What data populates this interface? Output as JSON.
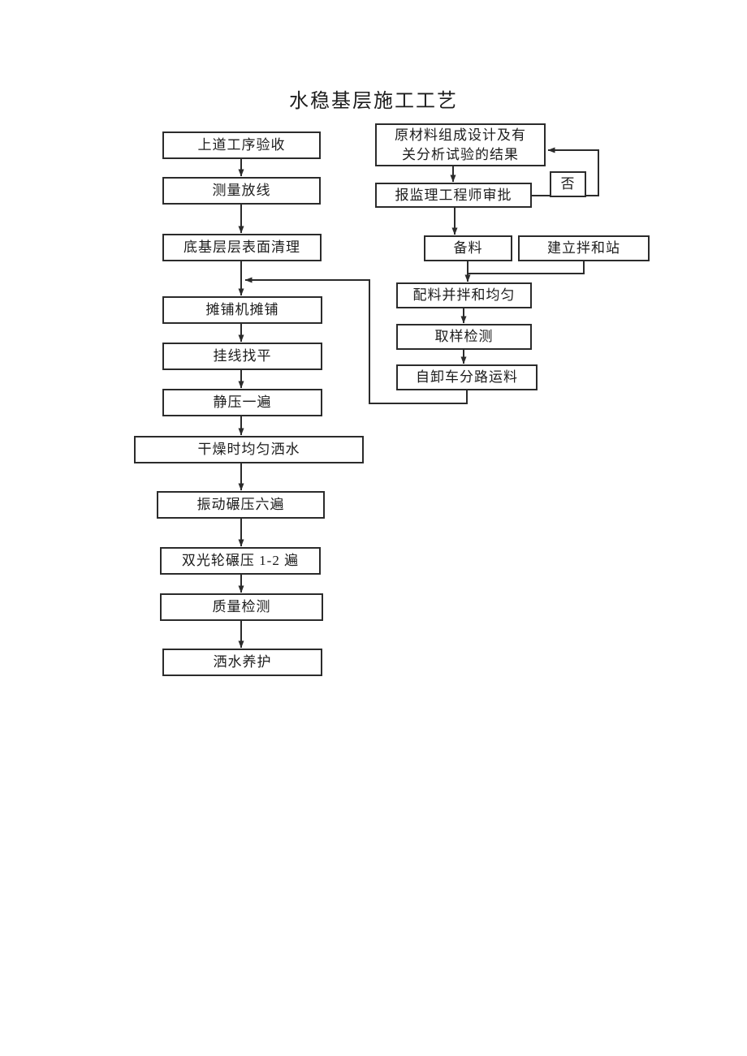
{
  "page": {
    "title": "水稳基层施工工艺"
  },
  "left_column": {
    "boxes": [
      {
        "label": "上道工序验收"
      },
      {
        "label": "测量放线"
      },
      {
        "label": "底基层层表面清理"
      },
      {
        "label": "摊铺机摊铺"
      },
      {
        "label": "挂线找平"
      },
      {
        "label": "静压一遍"
      },
      {
        "label": "干燥时均匀洒水"
      },
      {
        "label": "振动碾压六遍"
      },
      {
        "label": "双光轮碾压 1-2 遍"
      },
      {
        "label": "质量检测"
      },
      {
        "label": "洒水养护"
      }
    ]
  },
  "right_column": {
    "materials_box": "原材料组成设计及有关分析试验的结果",
    "no_label": "否",
    "approval_box": "报监理工程师审批",
    "prepare_box": "备料",
    "station_box": "建立拌和站",
    "mix_box": "配料并拌和均匀",
    "sample_box": "取样检测",
    "transport_box": "自卸车分路运料"
  }
}
